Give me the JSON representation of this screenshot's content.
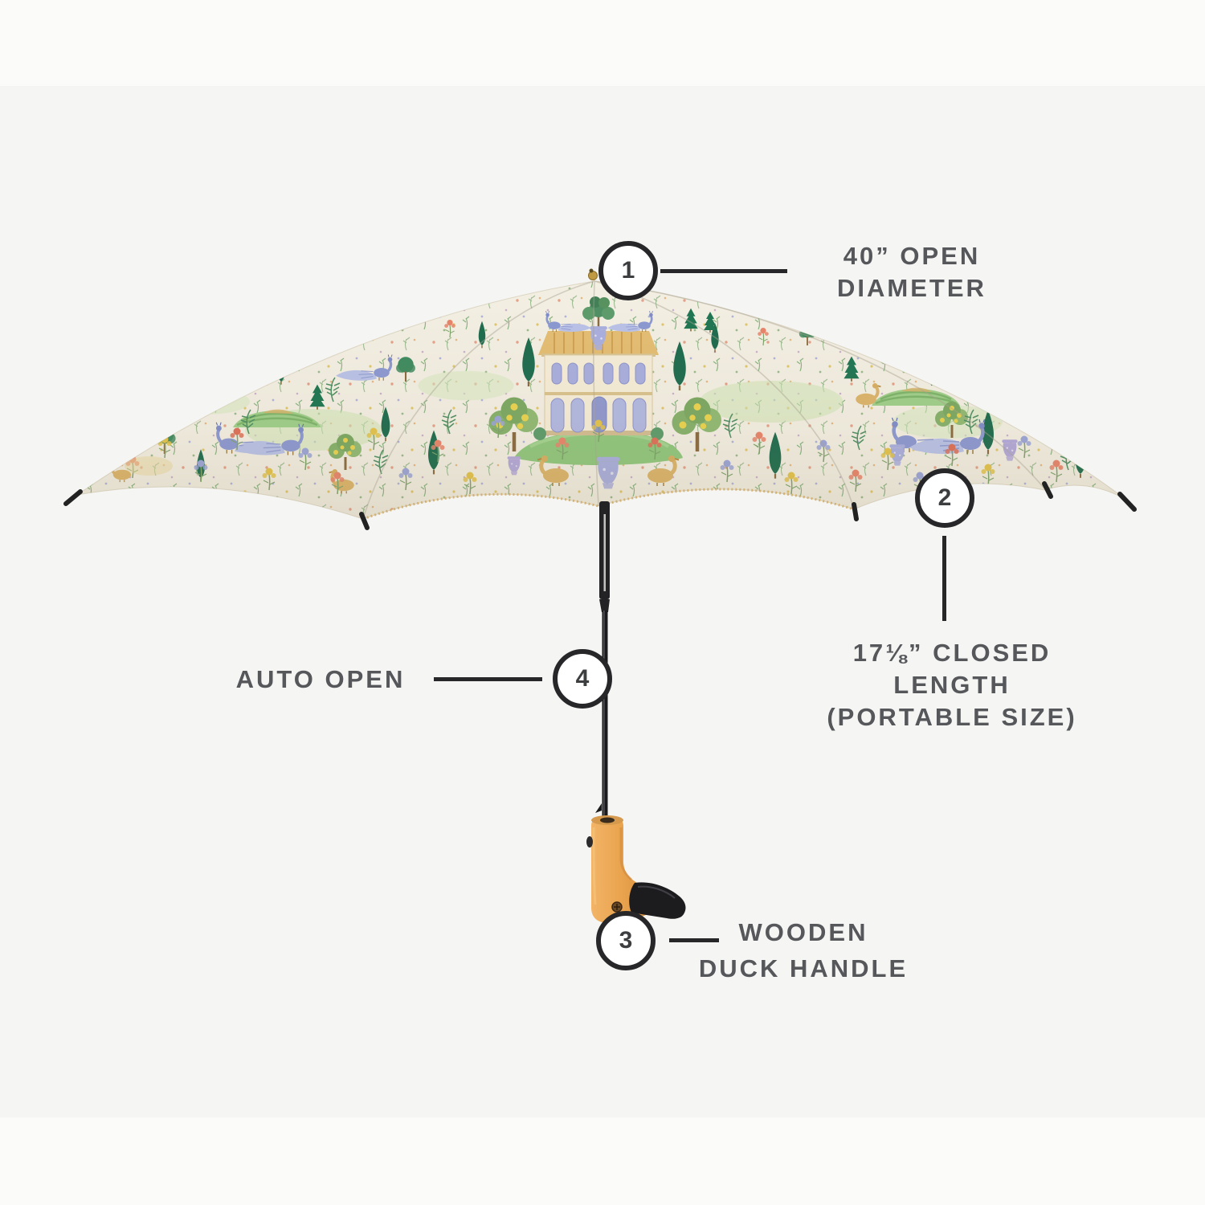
{
  "image": {
    "type": "product-feature-diagram",
    "subject": "Floral-print auto-open umbrella with wooden duck handle"
  },
  "background": {
    "page": "#fbfbfa",
    "photo_area": "#f5f5f3"
  },
  "palette": {
    "line": "#27272a",
    "label_text": "#56575b",
    "badge_number": "#3d3e40",
    "canopy_cream": "#f3efe3",
    "canopy_green_dark": "#1d6b4e",
    "canopy_green_pale": "#cde3b5",
    "canopy_yellow": "#e3c34c",
    "canopy_coral": "#e8846b",
    "canopy_periwinkle": "#9aa4d8",
    "canopy_tan": "#dcb56b",
    "shaft_black": "#1b1b1d",
    "handle_wood": "#eaa44f",
    "handle_beak": "#1c1c1e",
    "finial_gold": "#c09a42"
  },
  "callouts": {
    "open_diameter": {
      "number": "1",
      "lines": [
        "40” OPEN",
        "DIAMETER"
      ]
    },
    "closed_length": {
      "number": "2",
      "lines": [
        "17⅛” CLOSED",
        "LENGTH",
        "(PORTABLE SIZE)"
      ]
    },
    "wooden_duck_handle": {
      "number": "3",
      "lines": [
        "WOODEN",
        "DUCK HANDLE"
      ]
    },
    "auto_open": {
      "number": "4",
      "lines": [
        "AUTO OPEN"
      ]
    }
  }
}
